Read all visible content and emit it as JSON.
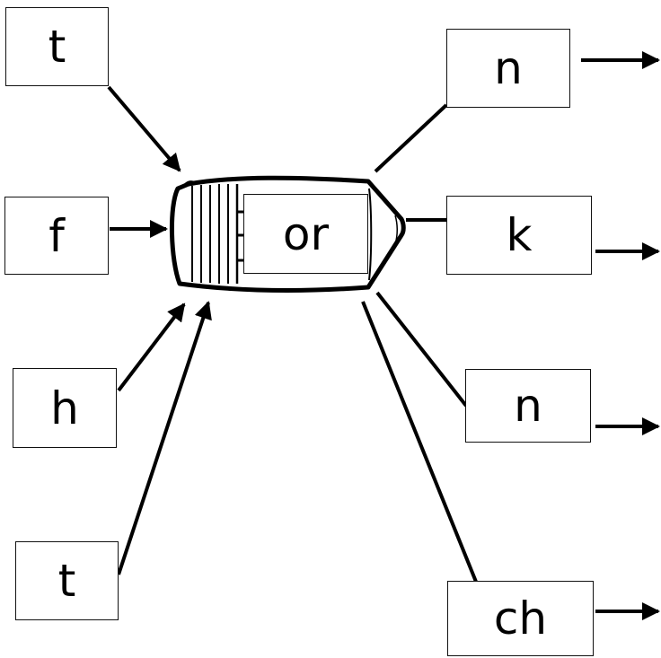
{
  "onsets": [
    "t",
    "f",
    "h",
    "t"
  ],
  "vowel_chunk": "or",
  "endings": [
    "n",
    "k",
    "n",
    "ch"
  ],
  "colors": {
    "ink": "#000000",
    "paper": "#ffffff"
  }
}
